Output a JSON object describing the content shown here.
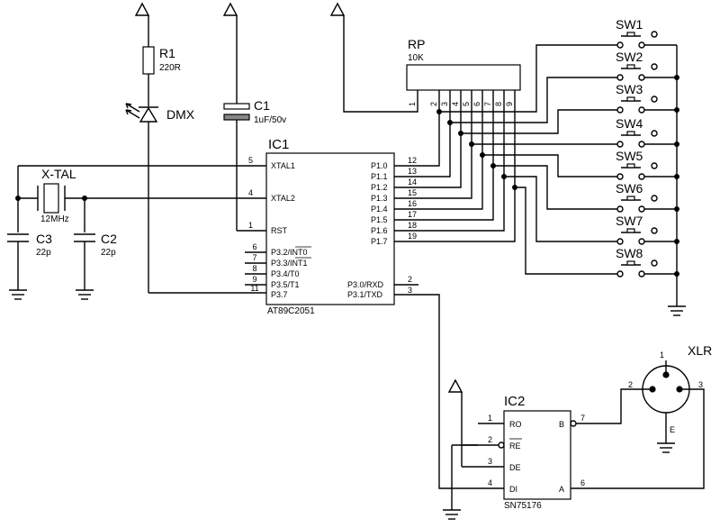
{
  "components": {
    "r1": {
      "ref": "R1",
      "value": "220R"
    },
    "c1": {
      "ref": "C1",
      "value": "1uF/50v"
    },
    "c2": {
      "ref": "C2",
      "value": "22p"
    },
    "c3": {
      "ref": "C3",
      "value": "22p"
    },
    "led": {
      "ref": "DMX"
    },
    "xtal": {
      "ref": "X-TAL",
      "value": "12MHz"
    },
    "rp": {
      "ref": "RP",
      "value": "10K"
    },
    "xlr": {
      "ref": "XLR",
      "pin1": "1",
      "pin2": "2",
      "pin3": "3",
      "earth": "E"
    }
  },
  "ic1": {
    "ref": "IC1",
    "part": "AT89C2051",
    "left_pins": [
      {
        "num": "5",
        "name": "XTAL1"
      },
      {
        "num": "4",
        "name": "XTAL2"
      },
      {
        "num": "1",
        "name": "RST"
      },
      {
        "num": "6",
        "name": "P3.2/INT0"
      },
      {
        "num": "7",
        "name": "P3.3/INT1"
      },
      {
        "num": "8",
        "name": "P3.4/T0"
      },
      {
        "num": "9",
        "name": "P3.5/T1"
      },
      {
        "num": "11",
        "name": "P3.7"
      }
    ],
    "right_pins": [
      {
        "num": "12",
        "name": "P1.0"
      },
      {
        "num": "13",
        "name": "P1.1"
      },
      {
        "num": "14",
        "name": "P1.2"
      },
      {
        "num": "15",
        "name": "P1.3"
      },
      {
        "num": "16",
        "name": "P1.4"
      },
      {
        "num": "17",
        "name": "P1.5"
      },
      {
        "num": "18",
        "name": "P1.6"
      },
      {
        "num": "19",
        "name": "P1.7"
      },
      {
        "num": "2",
        "name": "P3.0/RXD"
      },
      {
        "num": "3",
        "name": "P3.1/TXD"
      }
    ]
  },
  "ic2": {
    "ref": "IC2",
    "part": "SN75176",
    "left_pins": [
      {
        "num": "1",
        "name": "RO"
      },
      {
        "num": "2",
        "name": "RE"
      },
      {
        "num": "3",
        "name": "DE"
      },
      {
        "num": "4",
        "name": "DI"
      }
    ],
    "right_pins": [
      {
        "num": "7",
        "name": "B"
      },
      {
        "num": "6",
        "name": "A"
      }
    ]
  },
  "rp_pins": [
    "1",
    "2",
    "3",
    "4",
    "5",
    "6",
    "7",
    "8",
    "9"
  ],
  "switches": [
    "SW1",
    "SW2",
    "SW3",
    "SW4",
    "SW5",
    "SW6",
    "SW7",
    "SW8"
  ]
}
